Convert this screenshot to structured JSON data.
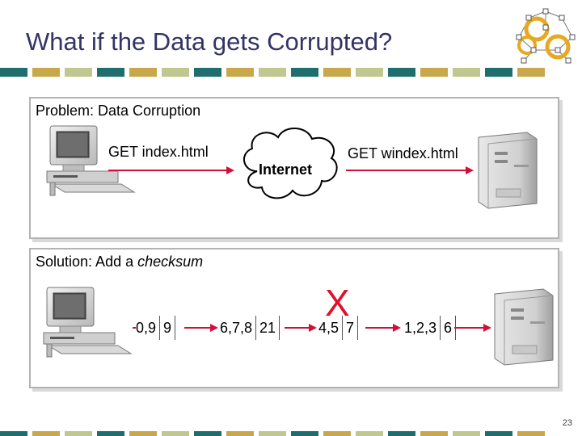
{
  "slide": {
    "title": "What if the Data gets Corrupted?",
    "page_number": "23"
  },
  "colors": {
    "title": "#333366",
    "stripe": [
      "#1f6e6e",
      "#c8a84a",
      "#c0c890",
      "#1f6e6e",
      "#c8a84a",
      "#c0c890",
      "#1f6e6e",
      "#c8a84a",
      "#c0c890",
      "#1f6e6e",
      "#c8a84a",
      "#c0c890",
      "#1f6e6e",
      "#c8a84a",
      "#c0c890",
      "#1f6e6e",
      "#c8a84a"
    ],
    "arrow": "#d0103a",
    "corruption_mark": "#e0102a",
    "panel_border": "#b3b3b3"
  },
  "problem": {
    "heading": "Problem: Data Corruption",
    "request_label": "GET index.html",
    "cloud_label": "Internet",
    "corrupted_label": "GET windex.html"
  },
  "solution": {
    "heading_prefix": "Solution: Add a ",
    "heading_emphasis": "checksum",
    "packets": [
      {
        "data": "0,9",
        "checksum": "9"
      },
      {
        "data": "6,7,8",
        "checksum": "21"
      },
      {
        "data": "4,5",
        "checksum": "7"
      },
      {
        "data": "1,2,3",
        "checksum": "6"
      }
    ],
    "corruption_mark": "X"
  },
  "icons": [
    "network-logo-icon",
    "client-computer-icon",
    "server-tower-icon",
    "internet-cloud-icon",
    "arrow-icon"
  ]
}
